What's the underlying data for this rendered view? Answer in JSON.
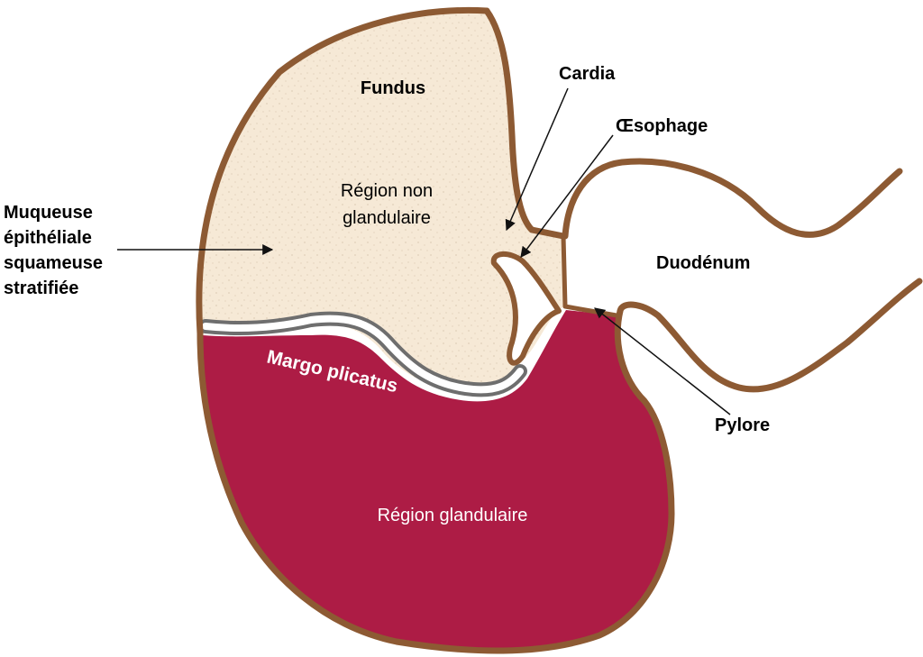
{
  "labels": {
    "fundus": "Fundus",
    "non_glandular_line1": "Région non",
    "non_glandular_line2": "glandulaire",
    "mucosa_line1": "Muqueuse",
    "mucosa_line2": "épithéliale",
    "mucosa_line3": "squameuse",
    "mucosa_line4": "stratifiée",
    "cardia": "Cardia",
    "oesophagus": "Œsophage",
    "duodenum": "Duodénum",
    "pylorus": "Pylore",
    "margo_plicatus": "Margo plicatus",
    "glandular_region": "Région glandulaire"
  },
  "colors": {
    "wall_brown": "#8d5a33",
    "non_glandular_fill": "#f6e9d6",
    "glandular_fill": "#ad1c45",
    "margo_band_gray": "#6e6e6e",
    "arrow": "#111111"
  }
}
